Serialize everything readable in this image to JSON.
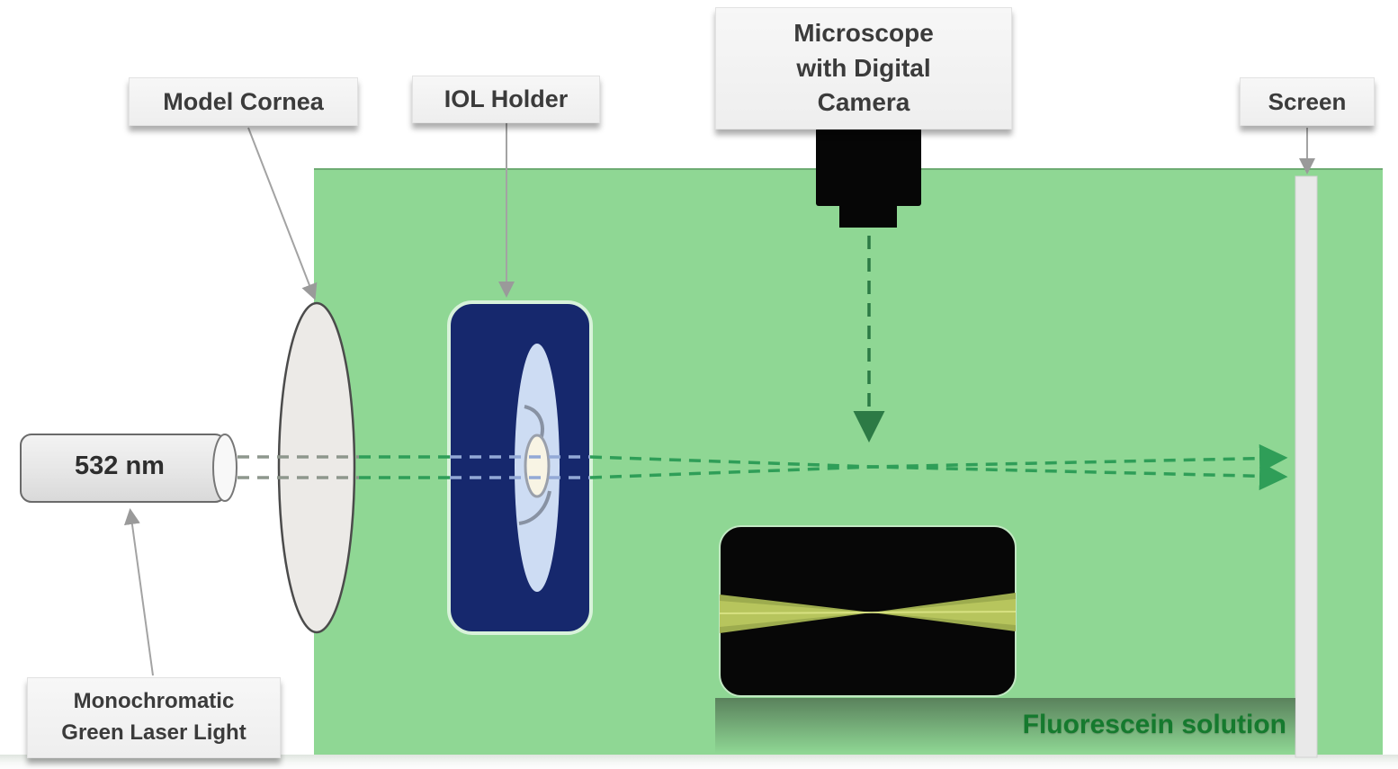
{
  "labels": {
    "model_cornea": "Model Cornea",
    "iol_holder": "IOL Holder",
    "microscope": "Microscope\nwith Digital\nCamera",
    "screen": "Screen",
    "laser_wavelength": "532 nm",
    "laser_source": "Monochromatic\nGreen Laser Light",
    "solution": "Fluorescein solution"
  },
  "colors": {
    "tank_green": "#8fd794",
    "holder_navy": "#16286d",
    "iol_lens_blue": "#cddcf3",
    "beam_green": "#2f9e58",
    "beam_gray": "#8e978d",
    "beam_over_holder": "#93a9d6",
    "microscope_arrow_green": "#2c7a45",
    "solution_text_green": "#157a2e",
    "label_background": "#f2f2f2",
    "label_text": "#3b3b3b",
    "beam_waist_olive": "#9dac4e",
    "camera_black": "#060606",
    "screen_bar_gray": "#e9e9e9",
    "laser_body_gray": "#e4e4e4"
  }
}
